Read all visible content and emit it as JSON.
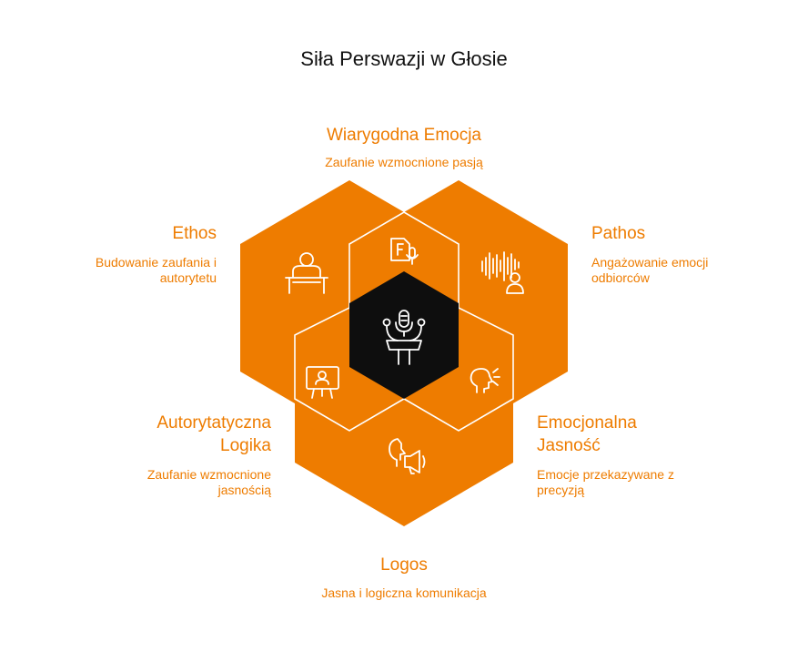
{
  "title": "Siła Perswazji w Głosie",
  "colors": {
    "orange": "#ee7c00",
    "dark": "#111111",
    "line": "#ffffff"
  },
  "nodes": {
    "top": {
      "heading": "Wiarygodna Emocja",
      "text": "Zaufanie wzmocnione pasją"
    },
    "ethos": {
      "heading": "Ethos",
      "text": "Budowanie zaufania i autorytetu"
    },
    "pathos": {
      "heading": "Pathos",
      "text": "Angażowanie emocji odbiorców"
    },
    "autorytatyczna": {
      "heading_1": "Autorytatyczna",
      "heading_2": "Logika",
      "text_1": "Zaufanie wzmocnione",
      "text_2": "jasnością"
    },
    "emocjonalna": {
      "heading_1": "Emocjonalna",
      "heading_2": "Jasność",
      "text_1": "Emocje przekazywane z",
      "text_2": "precyzją"
    },
    "logos": {
      "heading": "Logos",
      "text": "Jasna i logiczna komunikacja"
    }
  },
  "icons": [
    "speaker-podium-icon",
    "document-microphone-icon",
    "soundwave-person-icon",
    "presentation-screen-icon",
    "head-listening-icon",
    "megaphone-speaking-icon",
    "microphone-podium-icon"
  ]
}
